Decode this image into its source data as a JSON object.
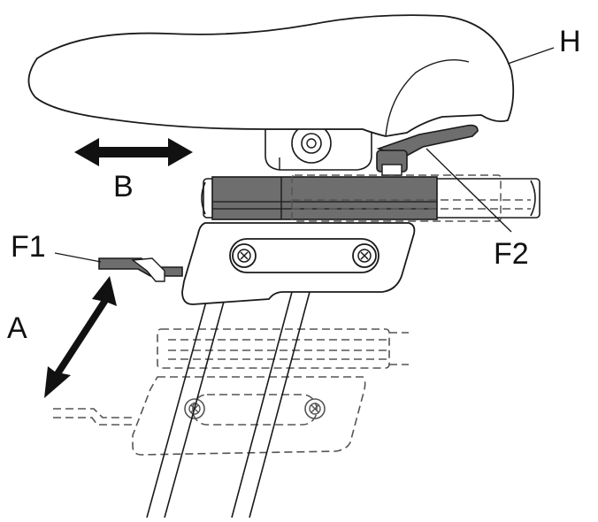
{
  "labels": {
    "h": "H",
    "b": "B",
    "f1": "F1",
    "f2": "F2",
    "a": "A"
  },
  "colors": {
    "line": "#1a1a1a",
    "dark_fill": "#6e6e6e",
    "dashed": "#555555",
    "arrow": "#111111"
  }
}
